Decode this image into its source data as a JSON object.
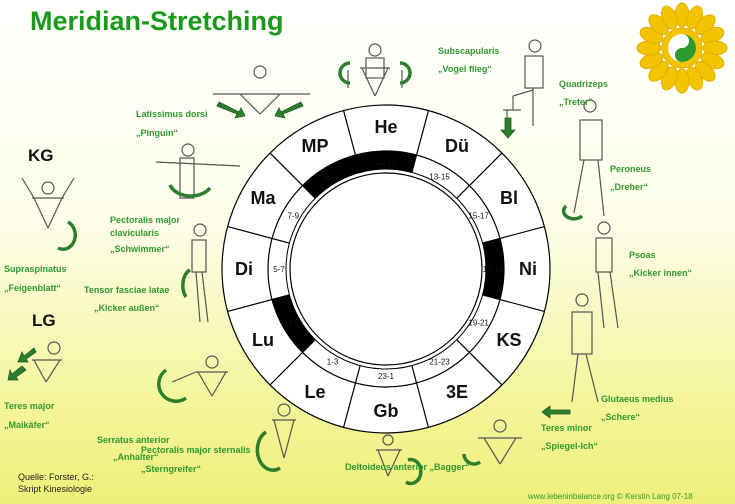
{
  "title": "Meridian-Stretching",
  "wheel": {
    "meridians": [
      {
        "name": "He",
        "time": "11-13"
      },
      {
        "name": "Dü",
        "time": "13-15"
      },
      {
        "name": "Bl",
        "time": "15-17"
      },
      {
        "name": "Ni",
        "time": "17-19"
      },
      {
        "name": "KS",
        "time": "19-21"
      },
      {
        "name": "3E",
        "time": "21-23"
      },
      {
        "name": "Gb",
        "time": "23-1"
      },
      {
        "name": "Le",
        "time": "1-3"
      },
      {
        "name": "Lu",
        "time": "3-5"
      },
      {
        "name": "Di",
        "time": "5-7"
      },
      {
        "name": "Ma",
        "time": "7-9"
      },
      {
        "name": "MP",
        "time": "9-11"
      }
    ]
  },
  "side_labels": {
    "kg": "KG",
    "lg": "LG"
  },
  "exercises": {
    "subscapularis": {
      "muscle": "Subscapularis",
      "name": "„Vogel flieg“"
    },
    "quadrizeps": {
      "muscle": "Quadrizeps",
      "name": "„Treter“"
    },
    "peroneus": {
      "muscle": "Peroneus",
      "name": "„Dreher“"
    },
    "psoas": {
      "muscle": "Psoas",
      "name": "„Kicker innen“"
    },
    "glutaeus": {
      "muscle": "Glutaeus medius",
      "name": "„Schere“"
    },
    "teres_minor": {
      "muscle": "Teres minor",
      "name": "„Spiegel-Ich“"
    },
    "deltoideus": {
      "muscle": "Deltoideus anterior",
      "name": "„Bagger“"
    },
    "pect_sternalis": {
      "muscle": "Pectoralis major sternalis",
      "name": "„Sterngreifer“"
    },
    "serratus": {
      "muscle": "Serratus anterior",
      "name": "„Anhalter“"
    },
    "teres_major": {
      "muscle": "Teres major",
      "name": "„Maikäfer“"
    },
    "tensor": {
      "muscle": "Tensor fasciae latae",
      "name": "„Kicker außen“"
    },
    "supraspinatus": {
      "muscle": "Supraspinatus",
      "name": "„Feigenblatt“"
    },
    "pect_clav": {
      "muscle": "Pectoralis major clavicularis",
      "name": "„Schwimmer“"
    },
    "latissimus": {
      "muscle": "Latissimus dorsi",
      "name": "„Pinguin“"
    }
  },
  "footer": {
    "source_line1": "Quelle: Forster, G.:",
    "source_line2": "Skript Kinesiologie",
    "website": "www.lebeninbalance.org © Kerstin Lang 07-18"
  },
  "colors": {
    "title": "#1a9a1a",
    "label": "#2f9a2f",
    "sun": "#f2c500",
    "sun_center": "#2c9a2c"
  }
}
